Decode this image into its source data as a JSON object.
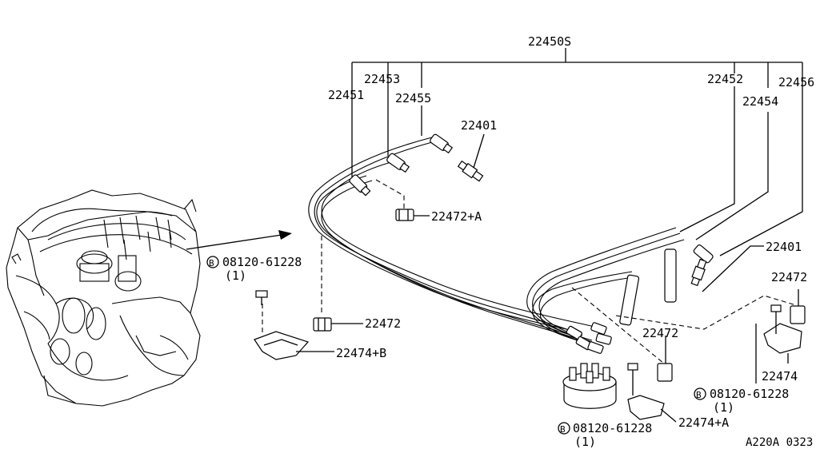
{
  "callouts": {
    "c22450s": "22450S",
    "c22453": "22453",
    "c22451": "22451",
    "c22455": "22455",
    "c22401a": "22401",
    "c22452": "22452",
    "c22456": "22456",
    "c22454": "22454",
    "c22472a": "22472+A",
    "c22401b": "22401",
    "c22472b": "22472",
    "c22472c": "22472",
    "c22474b": "22474+B",
    "c22472d": "22472",
    "c22474": "22474",
    "c22474a": "22474+A"
  },
  "bolts": [
    {
      "code": "08120-61228",
      "qty": "(1)",
      "circle": "B"
    },
    {
      "code": "08120-61228",
      "qty": "(1)",
      "circle": "B"
    },
    {
      "code": "08120-61228",
      "qty": "(1)",
      "circle": "B"
    }
  ],
  "diagram_id": "A220A 0323"
}
